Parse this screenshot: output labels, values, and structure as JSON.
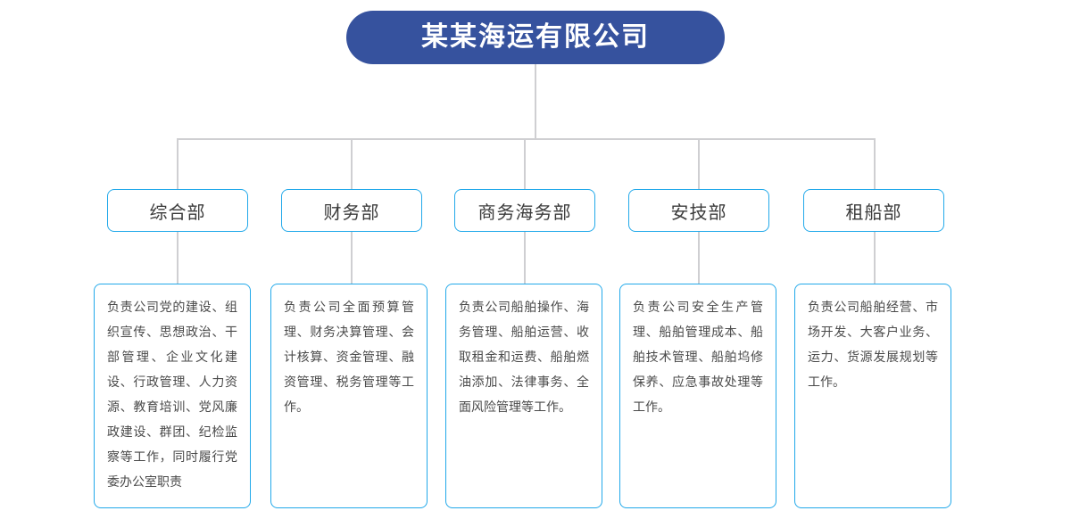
{
  "chart": {
    "type": "org-chart",
    "background": "#ffffff",
    "accent_border": "#22a9ea",
    "root_fill": "#36529e",
    "connector_color": "#cfcfd2"
  },
  "root": {
    "title": "某某海运有限公司"
  },
  "departments": [
    {
      "name": "综合部",
      "description": "负责公司党的建设、组织宣传、思想政治、干部管理、企业文化建设、行政管理、人力资源、教育培训、党风廉政建设、群团、纪检监察等工作，同时履行党委办公室职责"
    },
    {
      "name": "财务部",
      "description": "负责公司全面预算管理、财务决算管理、会计核算、资金管理、融资管理、税务管理等工作。"
    },
    {
      "name": "商务海务部",
      "description": "负责公司船舶操作、海务管理、船舶运营、收取租金和运费、船舶燃油添加、法律事务、全面风险管理等工作。"
    },
    {
      "name": "安技部",
      "description": "负责公司安全生产管理、船舶管理成本、船舶技术管理、船舶坞修保养、应急事故处理等工作。"
    },
    {
      "name": "租船部",
      "description": "负责公司船舶经营、市场开发、大客户业务、运力、货源发展规划等工作。"
    }
  ]
}
